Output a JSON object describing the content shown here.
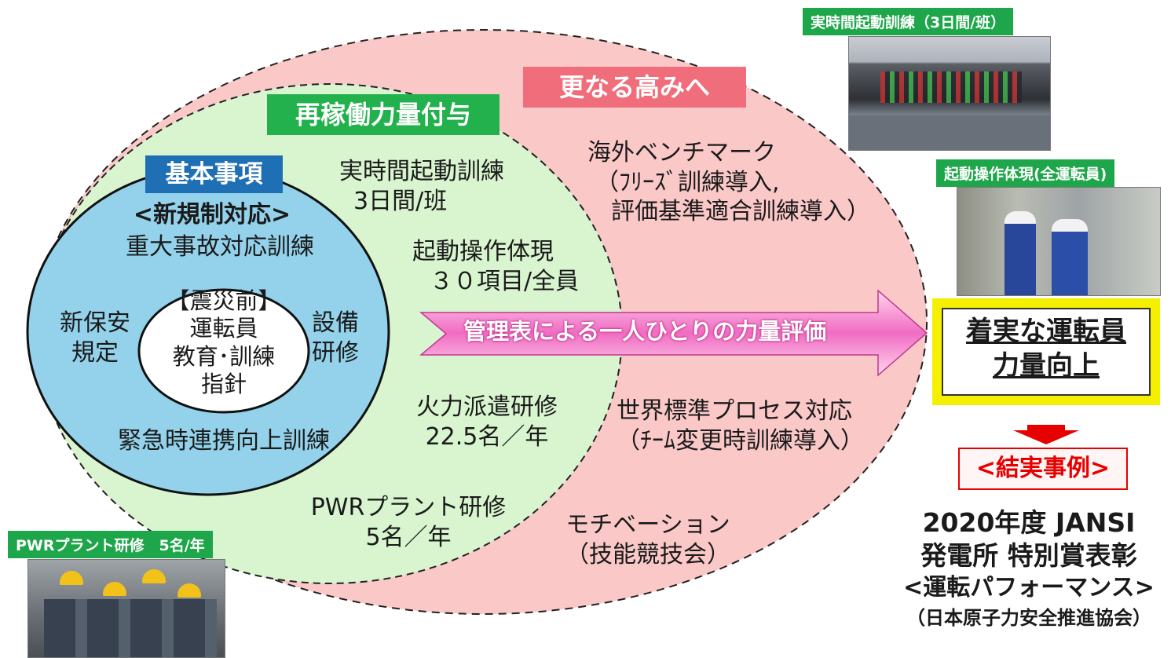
{
  "colors": {
    "outer_fill": "#fbc8c8",
    "middle_fill": "#d8f5cf",
    "inner_fill": "#93d2ea",
    "green_badge": "#22b14c",
    "blue_badge": "#1f6fb5",
    "pink_badge": "#f06d7b",
    "arrow_fill": "#f27ec6",
    "yellow_border": "#f5f000",
    "red_arrow": "#e60000"
  },
  "badges": {
    "further": "更なる高みへ",
    "reoperation": "再稼働力量付与",
    "basics": "基本事項"
  },
  "inner": {
    "regulation": "<新規制対応>",
    "severe_accident": "重大事故対応訓練",
    "new_safety_line1": "新保安",
    "new_safety_line2": "規定",
    "facility_line1": "設備",
    "facility_line2": "研修",
    "emergency": "緊急時連携向上訓練",
    "core_line1": "【震災前】",
    "core_line2": "運転員",
    "core_line3": "教育･訓練",
    "core_line4": "指針"
  },
  "middle": {
    "realtime_line1": "実時間起動訓練",
    "realtime_line2": "3日間/班",
    "startup_line1": "起動操作体現",
    "startup_line2": "３０項目/全員",
    "thermal_line1": "火力派遣研修",
    "thermal_line2": "22.5名／年",
    "pwr_line1": "PWRプラント研修",
    "pwr_line2": "5名／年"
  },
  "outer": {
    "benchmark_line1": "海外ベンチマーク",
    "benchmark_line2": "（ﾌﾘｰｽﾞ訓練導入,",
    "benchmark_line3": "評価基準適合訓練導入）",
    "process_line1": "世界標準プロセス対応",
    "process_line2": "（ﾁｰﾑ変更時訓練導入）",
    "motivation_line1": "モチベーション",
    "motivation_line2": "（技能競技会）"
  },
  "arrow_label": "管理表による一人ひとりの力量評価",
  "result_box": {
    "line1": "着実な運転員",
    "line2": "力量向上"
  },
  "result_example": "<結実事例>",
  "award": {
    "line1": "2020年度 JANSI",
    "line2": "発電所 特別賞表彰",
    "line3": "<運転パフォーマンス>",
    "line4": "（日本原子力安全推進協会）"
  },
  "photos": {
    "control_room_label": "実時間起動訓練（3日間/班）",
    "operation_label": "起動操作体現(全運転員)",
    "pwr_label": "PWRプラント研修　5名/年"
  }
}
